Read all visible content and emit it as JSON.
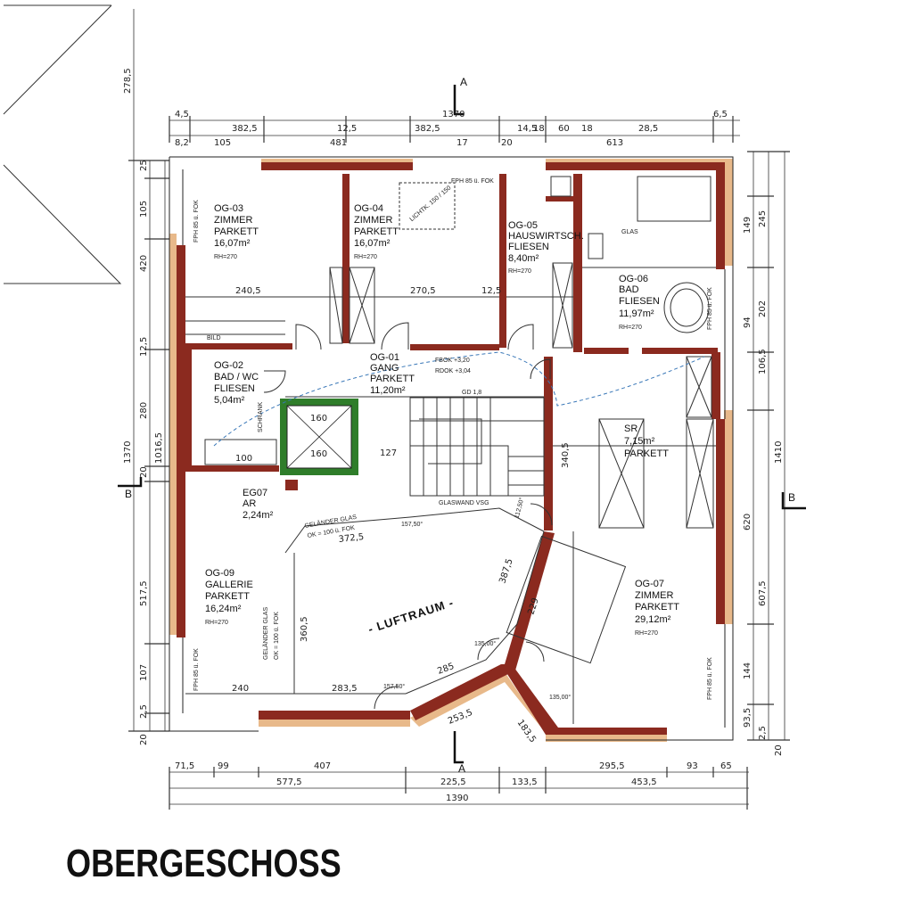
{
  "floor_title": "OBERGESCHOSS",
  "colors": {
    "wall": "#8b2a1f",
    "insulation": "#e8b98a",
    "elevator": "#2f7d2a",
    "line": "#222222",
    "dashed": "#3a78b8"
  },
  "section_marks": [
    "A",
    "A",
    "B",
    "B"
  ],
  "rooms": [
    {
      "id": "og03",
      "lines": [
        "OG-03",
        "ZIMMER",
        "PARKETT",
        "16,07m²"
      ],
      "height": "RH=270"
    },
    {
      "id": "og04",
      "lines": [
        "OG-04",
        "ZIMMER",
        "PARKETT",
        "16,07m²"
      ],
      "height": "RH=270"
    },
    {
      "id": "og05",
      "lines": [
        "OG-05",
        "HAUSWIRTSCH.",
        "FLIESEN",
        "8,40m²"
      ],
      "height": "RH=270"
    },
    {
      "id": "og06",
      "lines": [
        "OG-06",
        "BAD",
        "FLIESEN",
        "11,97m²"
      ],
      "height": "RH=270"
    },
    {
      "id": "og02",
      "lines": [
        "OG-02",
        "BAD / WC",
        "FLIESEN",
        "5,04m²"
      ],
      "height": ""
    },
    {
      "id": "og01",
      "lines": [
        "OG-01",
        "GANG",
        "PARKETT",
        "11,20m²"
      ],
      "height": ""
    },
    {
      "id": "og08",
      "lines": [
        "SR",
        "7,15m²",
        "PARKETT"
      ],
      "height": ""
    },
    {
      "id": "eg07",
      "lines": [
        "EG07",
        "AR",
        "2,24m²"
      ],
      "height": ""
    },
    {
      "id": "og09",
      "lines": [
        "OG-09",
        "GALLERIE",
        "PARKETT",
        "16,24m²"
      ],
      "height": "RH=270"
    },
    {
      "id": "og07",
      "lines": [
        "OG-07",
        "ZIMMER",
        "PARKETT",
        "29,12m²"
      ],
      "height": "RH=270"
    }
  ],
  "labels": {
    "luftraum": "- LUFTRAUM -",
    "glaswand": "GLASWAND VSG",
    "gelaender1": "GELÄNDER GLAS",
    "gelaender1b": "OK = 100 ü. FOK",
    "gelaender2": "GELÄNDER GLAS",
    "gelaender2b": "OK = 100 ü. FOK",
    "fph1": "FPH 85 ü. FOK",
    "fph2": "FPH 85 ü. FOK",
    "fph3": "FPH 85 ü. FOK",
    "fph4": "FPH 85 ü. FOK",
    "fph5": "FPH 85 ü. FOK",
    "licht": "LICHTK. 150 / 150",
    "fbok": "FBOK +3,20",
    "rdok": "RDOK +3,04",
    "gd": "GD 1,8",
    "glas": "GLAS",
    "bild": "BILD",
    "schrank": "SCHRANK",
    "angle1": "157,50°",
    "angle2": "157,50°",
    "angle3": "135,00°",
    "angle4": "135,00°",
    "angle5": "112,50°"
  },
  "dims_top_row1": [
    "4,5",
    "382,5",
    "12,5",
    "382,5",
    "14,5",
    "28,5",
    "6,5"
  ],
  "dims_top_row2": [
    "8,2",
    "105",
    "481",
    "17",
    "20",
    "18",
    "60",
    "18",
    "613"
  ],
  "dims_top_total": "1370",
  "dims_bottom_row1": [
    "71,5",
    "99",
    "407",
    "295,5",
    "93",
    "65"
  ],
  "dims_bottom_row2": [
    "577,5",
    "225,5",
    "133,5",
    "453,5"
  ],
  "dims_bottom_total": "1390",
  "dims_left_outer": [
    "278,5",
    "1370"
  ],
  "dims_left_inner": [
    "25",
    "105",
    "420",
    "12,5",
    "280",
    "20",
    "517,5",
    "107",
    "2,5",
    "20"
  ],
  "dims_left_mid": [
    "1016,5"
  ],
  "dims_right_outer": [
    "1410"
  ],
  "dims_right_mid": [
    "245",
    "202",
    "106,5",
    "607,5"
  ],
  "dims_right_inner": [
    "149",
    "94",
    "620",
    "144",
    "93,5",
    "2,5",
    "20"
  ],
  "dims_inside": [
    "240,5",
    "270,5",
    "12,5",
    "340,5",
    "372,5",
    "360,5",
    "283,5",
    "285",
    "253,5",
    "183,5",
    "387,5",
    "229",
    "127",
    "160",
    "160",
    "100",
    "240"
  ]
}
